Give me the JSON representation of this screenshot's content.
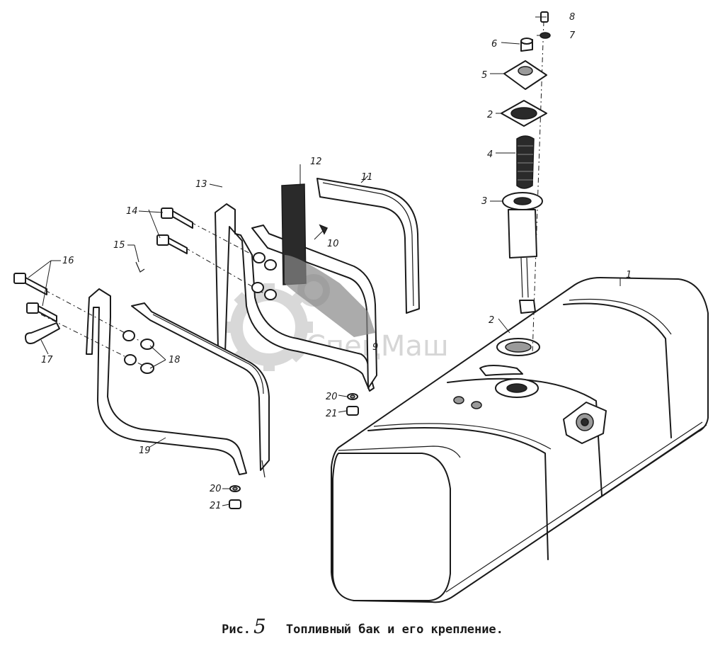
{
  "caption": {
    "prefix": "Рис.",
    "number": "5",
    "title": "Топливный бак и его крепление."
  },
  "watermark": {
    "text": "СпецМаш",
    "icon": "gear-icon"
  },
  "callouts": [
    "1",
    "2",
    "2",
    "3",
    "4",
    "5",
    "6",
    "7",
    "8",
    "9",
    "10",
    "11",
    "12",
    "13",
    "14",
    "15",
    "16",
    "17",
    "18",
    "19",
    "20",
    "20",
    "21",
    "21"
  ]
}
